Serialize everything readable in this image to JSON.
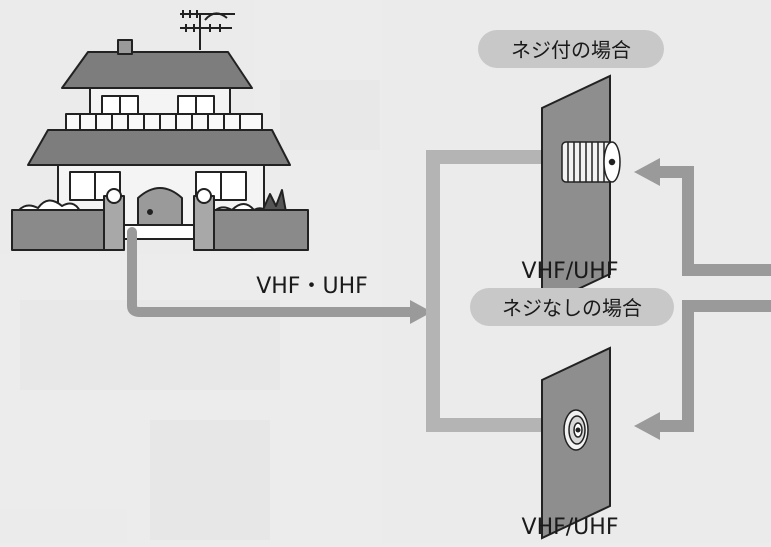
{
  "diagram": {
    "input_label": "VHF・UHF",
    "threaded_case": {
      "title": "ネジ付の場合",
      "band_label": "VHF/UHF"
    },
    "unthreaded_case": {
      "title": "ネジなしの場合",
      "band_label": "VHF/UHF"
    }
  },
  "colors": {
    "background": "#ececec",
    "arrow": "#9a9a9a",
    "pill": "#c8c8c8",
    "plate": "#8e8e8e",
    "outline": "#222222"
  }
}
